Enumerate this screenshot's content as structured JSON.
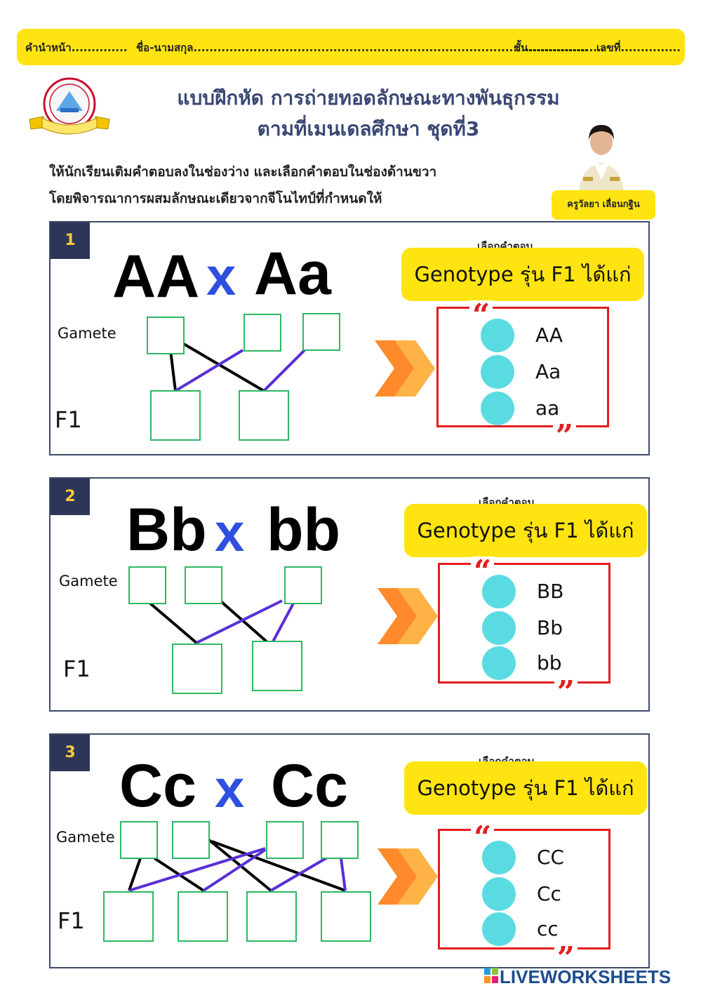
{
  "header": {
    "prefix": "คำนำหน้า..............",
    "name": "ชื่อ-นามสกุล.......................................................................................................",
    "class": "ชั้น...............",
    "number": "เลขที่..............."
  },
  "title_line1": "แบบฝึกหัด การถ่ายทอดลักษณะทางพันธุกรรม",
  "title_line2": "ตามที่เมนเดลศึกษา ชุดที่3",
  "teacher_name": "ครูวัลยา  เลื่อนกฐิน",
  "instructions": [
    "ให้นักเรียนเติมคำตอบลงในช่องว่าง และเลือกคำตอบในช่องด้านขวา",
    "โดยพิจารณาการผสมลักษณะเดียวจากจีโนไทป์ที่กำหนดให้"
  ],
  "labels": {
    "gamete": "Gamete",
    "f1": "F1",
    "choose": "เลือกคำตอบ",
    "genotype_question": "Genotype รุ่น F1  ได้แก่",
    "cross_symbol": "x"
  },
  "problems": [
    {
      "number": "1",
      "parent1": "AA",
      "parent2": "Aa",
      "options": [
        "AA",
        "Aa",
        "aa"
      ]
    },
    {
      "number": "2",
      "parent1": "Bb",
      "parent2": "bb",
      "options": [
        "BB",
        "Bb",
        "bb"
      ]
    },
    {
      "number": "3",
      "parent1": "Cc",
      "parent2": "Cc",
      "options": [
        "CC",
        "Cc",
        "cc"
      ]
    }
  ],
  "colors": {
    "yellow": "#ffe411",
    "title": "#3a4774",
    "panel_border": "#3f4a6b",
    "number_badge": "#2d3656",
    "box_green": "#2cb864",
    "line_black": "#000000",
    "line_purple": "#5a2fd6",
    "cross_blue": "#2f4fe0",
    "answer_red": "#e31e1e",
    "option_cyan": "#5adbe2",
    "chevron_orange": "#ff8a2b"
  },
  "footer": {
    "brand": "LIVEWORKSHEETS",
    "icon": "liveworksheets-logo-icon"
  }
}
